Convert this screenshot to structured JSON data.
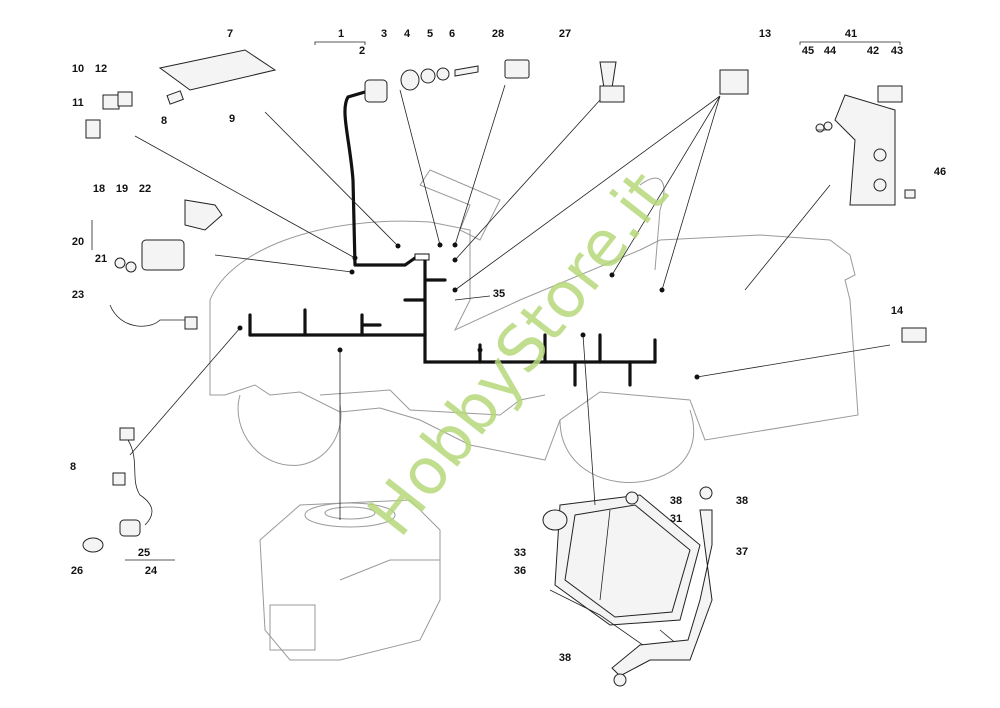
{
  "diagram": {
    "title": "Wiring harness exploded parts diagram",
    "watermark": "HobbyStore.it",
    "labels": [
      "7",
      "1",
      "2",
      "3",
      "4",
      "5",
      "6",
      "28",
      "27",
      "13",
      "41",
      "45",
      "44",
      "42",
      "43",
      "10",
      "12",
      "11",
      "8",
      "9",
      "18",
      "19",
      "22",
      "20",
      "21",
      "23",
      "35",
      "46",
      "14",
      "8",
      "25",
      "24",
      "26",
      "33",
      "36",
      "38",
      "31",
      "38",
      "37",
      "38"
    ]
  }
}
